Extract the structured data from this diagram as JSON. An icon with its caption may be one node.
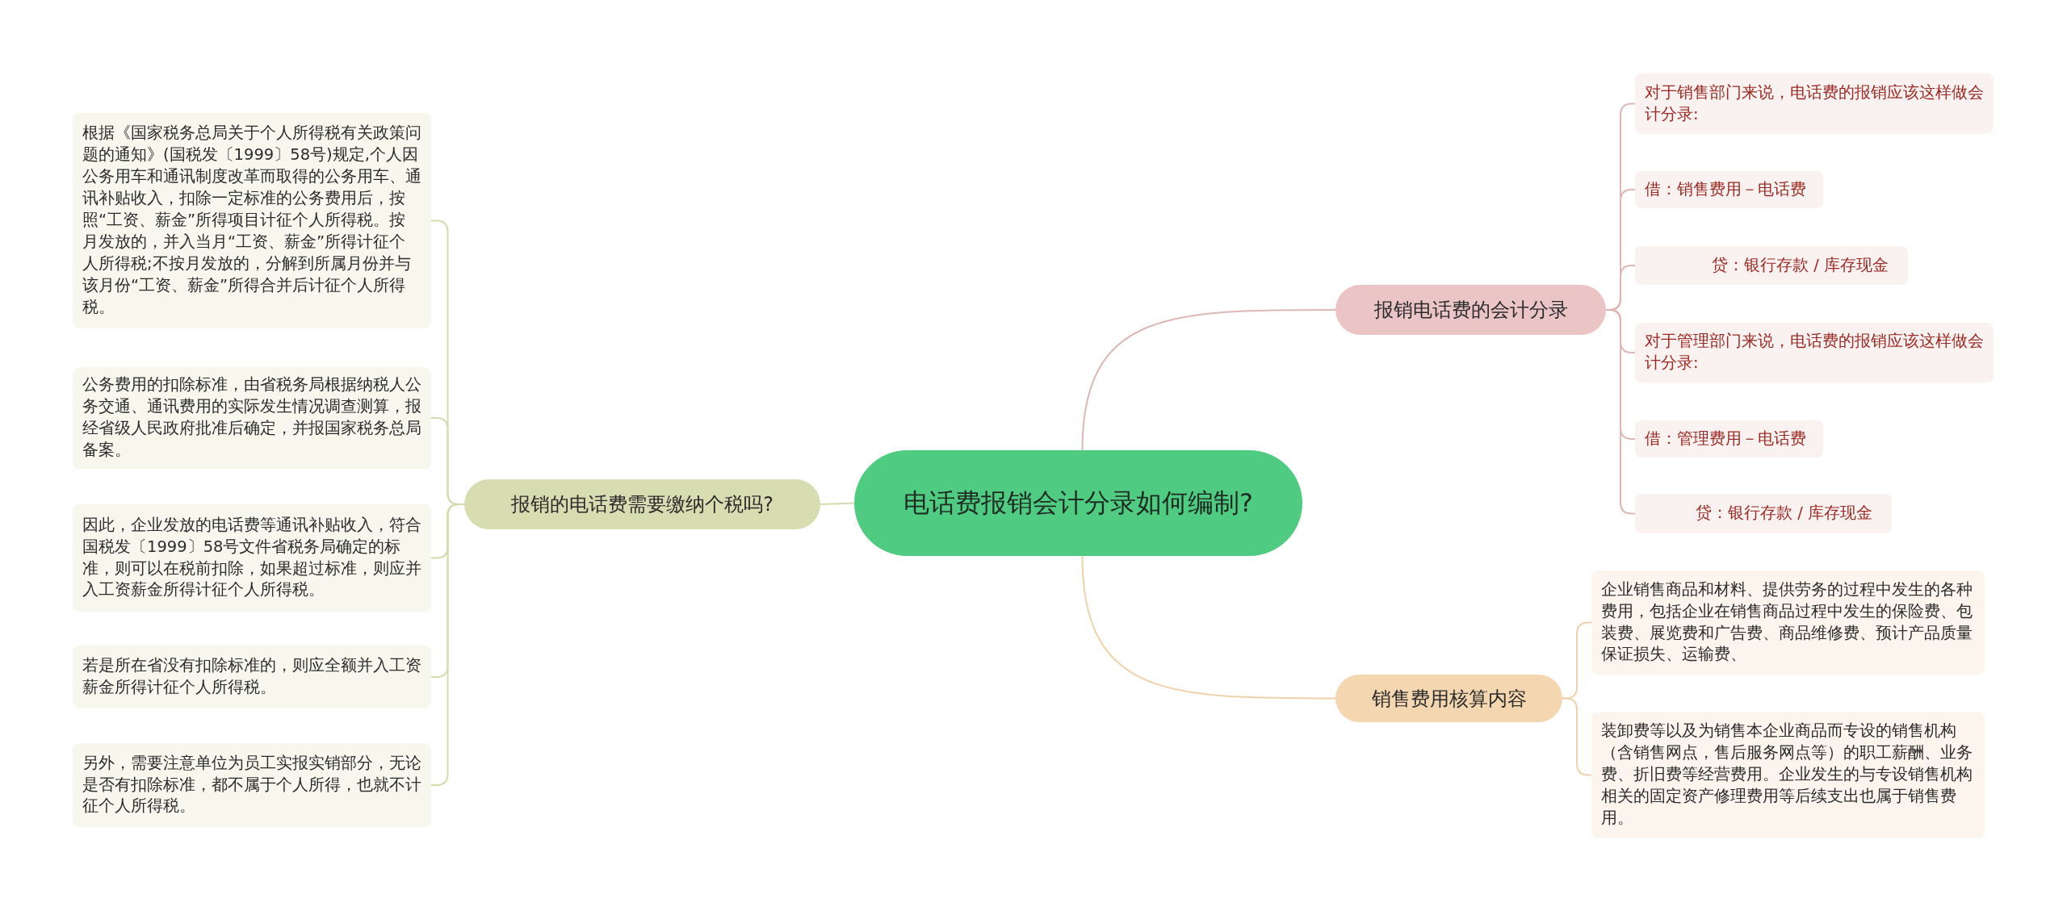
{
  "diagram": {
    "nodes": [
      {
        "text": [
          "电话费报销会计分录如何编制?"
        ]
      },
      {
        "text": [
          "报销的电话费需要缴纳个税吗?"
        ]
      },
      {
        "text": [
          "根据《国家税务总局关于个人所得税有关政策问题的通知》(国税发〔1999〕58号)规定,个人因公务用车和通讯制度改革而取得的公务用车、通讯补贴收入，扣除一定标准的公务费用后，按照“工资、薪金”所得项目计征个人所得税。按月发放的，并入当月“工资、薪金”所得计征个人所得税;不按月发放的，分解到所属月份并与该月份“工资、薪金”所得合并后计征个人所得税。"
        ]
      },
      {
        "text": [
          "公务费用的扣除标准，由省税务局根据纳税人公务交通、通讯费用的实际发生情况调查测算，报经省级人民政府批准后确定，并报国家税务总局备案。"
        ]
      },
      {
        "text": [
          "因此，企业发放的电话费等通讯补贴收入，符合国税发〔1999〕58号文件省税务局确定的标准，则可以在税前扣除，如果超过标准，则应并入工资薪金所得计征个人所得税。"
        ]
      },
      {
        "text": [
          "若是所在省没有扣除标准的，则应全额并入工资薪金所得计征个人所得税。"
        ]
      },
      {
        "text": [
          "另外，需要注意单位为员工实报实销部分，无论是否有扣除标准，都不属于个人所得，也就不计征个人所得税。"
        ]
      },
      {
        "text": [
          "报销电话费的会计分录"
        ]
      },
      {
        "text": [
          "对于销售部门来说，电话费的报销应该这样做会计分录:"
        ]
      },
      {
        "text": [
          "借：销售费用－电话费"
        ]
      },
      {
        "text": [
          "贷：银行存款 / 库存现金"
        ]
      },
      {
        "text": [
          "对于管理部门来说，电话费的报销应该这样做会计分录:"
        ]
      },
      {
        "text": [
          "借：管理费用－电话费"
        ]
      },
      {
        "text": [
          "贷：银行存款 / 库存现金"
        ]
      },
      {
        "text": [
          "销售费用核算内容"
        ]
      },
      {
        "text": [
          "企业销售商品和材料、提供劳务的过程中发生的各种费用，包括企业在销售商品过程中发生的保险费、包装费、展览费和广告费、商品维修费、预计产品质量保证损失、运输费、"
        ]
      },
      {
        "text": [
          "装卸费等以及为销售本企业商品而专设的销售机构（含销售网点，售后服务网点等）的职工薪酬、业务费、折旧费等经营费用。企业发生的与专设销售机构相关的固定资产修理费用等后续支出也属于销售费用。"
        ]
      }
    ],
    "edges": [
      {
        "from": 0,
        "to": 1,
        "arrow": "none",
        "color": "#d5dbaa"
      },
      {
        "from": 1,
        "to": 2,
        "arrow": "none",
        "color": "#d5dbaa"
      },
      {
        "from": 1,
        "to": 3,
        "arrow": "none",
        "color": "#d5dbaa"
      },
      {
        "from": 1,
        "to": 4,
        "arrow": "none",
        "color": "#d5dbaa"
      },
      {
        "from": 1,
        "to": 5,
        "arrow": "none",
        "color": "#d5dbaa"
      },
      {
        "from": 1,
        "to": 6,
        "arrow": "none",
        "color": "#d5dbaa"
      },
      {
        "from": 0,
        "to": 7,
        "arrow": "none"
      },
      {
        "from": 7,
        "to": 8,
        "arrow": "none"
      },
      {
        "from": 7,
        "to": 9,
        "arrow": "none"
      },
      {
        "from": 7,
        "to": 10,
        "arrow": "none"
      },
      {
        "from": 7,
        "to": 11,
        "arrow": "none"
      },
      {
        "from": 7,
        "to": 12,
        "arrow": "none"
      },
      {
        "from": 7,
        "to": 13,
        "arrow": "none"
      },
      {
        "from": 0,
        "to": 14,
        "arrow": "none",
        "color": "#f0d2aa"
      },
      {
        "from": 14,
        "to": 15,
        "arrow": "none",
        "color": "#f0d2aa"
      },
      {
        "from": 14,
        "to": 16,
        "arrow": "none",
        "color": "#f0d2aa"
      }
    ]
  }
}
